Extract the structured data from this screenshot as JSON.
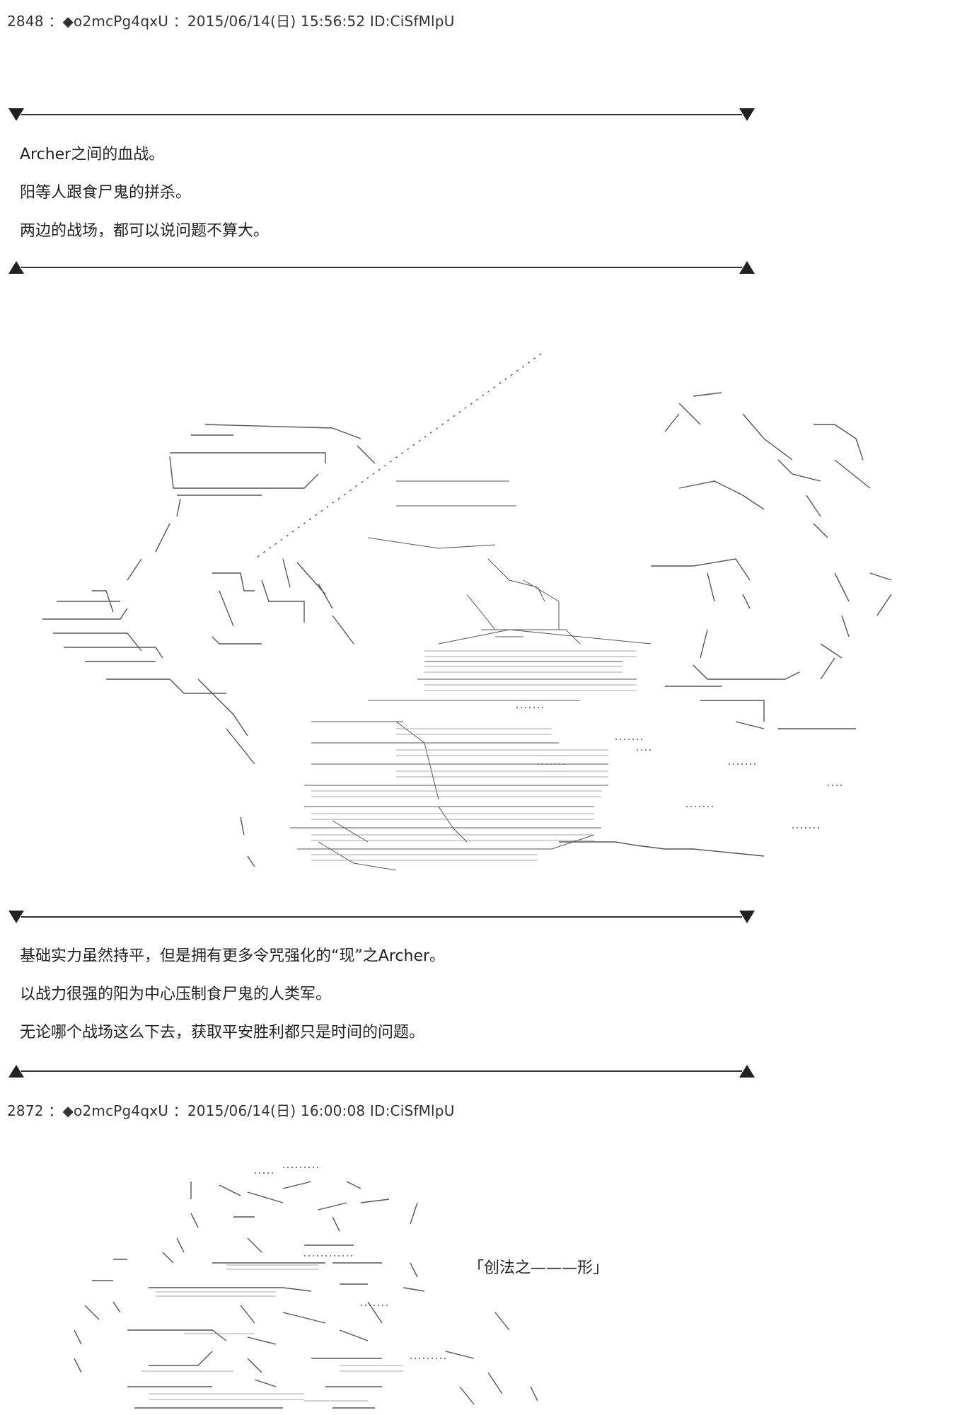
{
  "posts": [
    {
      "header": "2848 ：◆o2mcPg4qxU ：2015/06/14(日) 15:56:52 ID:CiSfMlpU",
      "block1": [
        "Archer之间的血战。",
        "阳等人跟食尸鬼的拼杀。",
        "两边的战场，都可以说问题不算大。"
      ],
      "block2": [
        "基础实力虽然持平，但是拥有更多令咒强化的“现”之Archer。",
        "以战力很强的阳为中心压制食尸鬼的人类军。",
        "无论哪个战场这么下去，获取平安胜利都只是时间的问题。"
      ]
    },
    {
      "header": "2872 ：◆o2mcPg4qxU ：2015/06/14(日) 16:00:08 ID:CiSfMlpU",
      "caption": "「创法之———形」"
    }
  ],
  "colors": {
    "text": "#222222",
    "art": "#555555",
    "background": "#ffffff"
  },
  "icons": [
    "triangle-down-icon",
    "triangle-up-icon"
  ]
}
